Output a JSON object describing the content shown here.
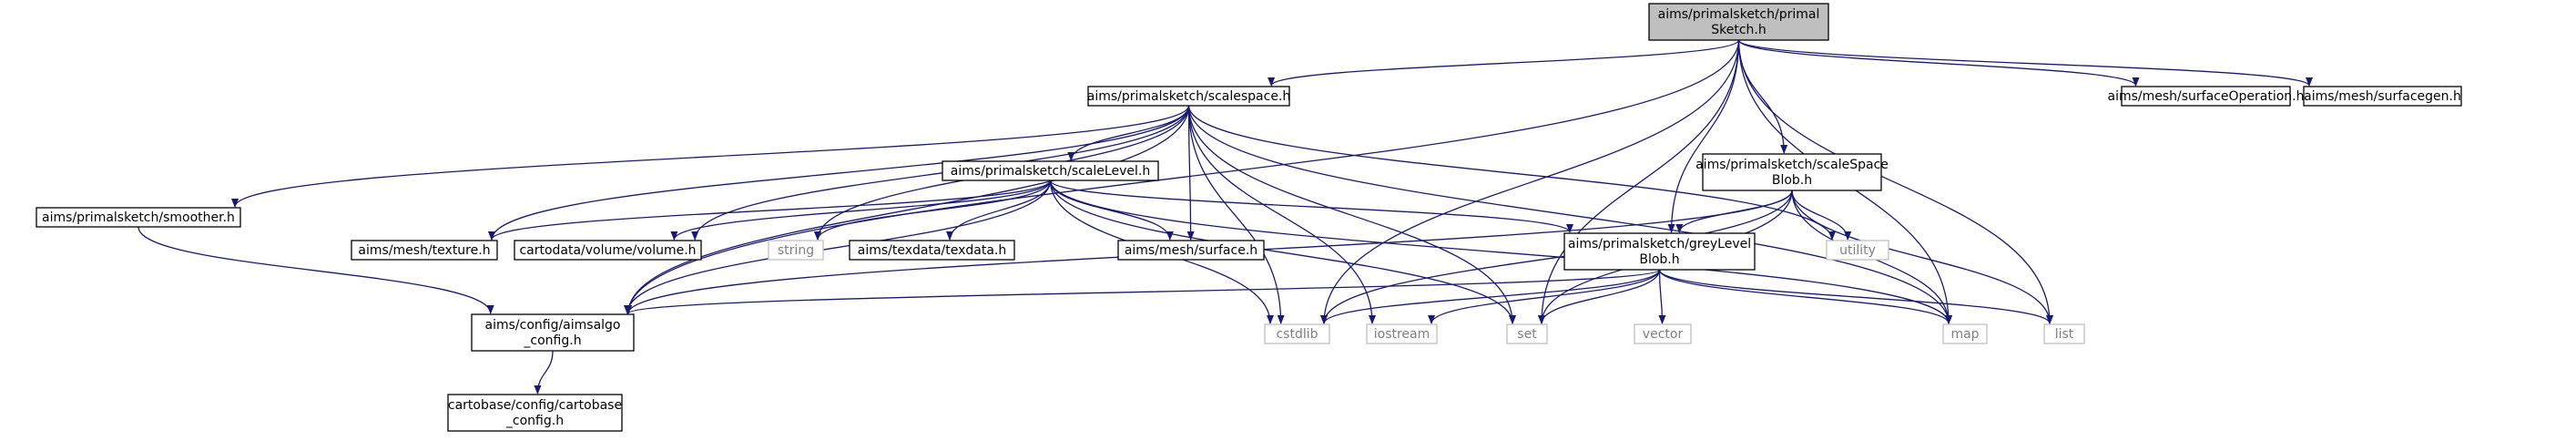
{
  "colors": {
    "edge": "#191970",
    "node_border": "#000000",
    "node_external_border": "#bfbfbf",
    "node_text": "#000000",
    "node_external_text": "#7f7f7f",
    "root_fill": "#bfbfbf"
  },
  "nodes": [
    {
      "id": "root",
      "lines": [
        "aims/primalsketch/primal",
        "Sketch.h"
      ],
      "kind": "root"
    },
    {
      "id": "scalespace",
      "lines": [
        "aims/primalsketch/scalespace.h"
      ],
      "kind": "file"
    },
    {
      "id": "surfop",
      "lines": [
        "aims/mesh/surfaceOperation.h"
      ],
      "kind": "file"
    },
    {
      "id": "surfgen",
      "lines": [
        "aims/mesh/surfacegen.h"
      ],
      "kind": "file"
    },
    {
      "id": "smoother",
      "lines": [
        "aims/primalsketch/smoother.h"
      ],
      "kind": "file"
    },
    {
      "id": "scalelevel",
      "lines": [
        "aims/primalsketch/scaleLevel.h"
      ],
      "kind": "file"
    },
    {
      "id": "ssblob",
      "lines": [
        "aims/primalsketch/scaleSpace",
        "Blob.h"
      ],
      "kind": "file"
    },
    {
      "id": "texture",
      "lines": [
        "aims/mesh/texture.h"
      ],
      "kind": "file"
    },
    {
      "id": "volume",
      "lines": [
        "cartodata/volume/volume.h"
      ],
      "kind": "file"
    },
    {
      "id": "string",
      "lines": [
        "string"
      ],
      "kind": "external"
    },
    {
      "id": "texdata",
      "lines": [
        "aims/texdata/texdata.h"
      ],
      "kind": "file"
    },
    {
      "id": "surface",
      "lines": [
        "aims/mesh/surface.h"
      ],
      "kind": "file"
    },
    {
      "id": "utility",
      "lines": [
        "utility"
      ],
      "kind": "external"
    },
    {
      "id": "glblob",
      "lines": [
        "aims/primalsketch/greyLevel",
        "Blob.h"
      ],
      "kind": "file"
    },
    {
      "id": "aimsalgo",
      "lines": [
        "aims/config/aimsalgo",
        "_config.h"
      ],
      "kind": "file"
    },
    {
      "id": "cstdlib",
      "lines": [
        "cstdlib"
      ],
      "kind": "external"
    },
    {
      "id": "iostream",
      "lines": [
        "iostream"
      ],
      "kind": "external"
    },
    {
      "id": "set",
      "lines": [
        "set"
      ],
      "kind": "external"
    },
    {
      "id": "vector",
      "lines": [
        "vector"
      ],
      "kind": "external"
    },
    {
      "id": "map",
      "lines": [
        "map"
      ],
      "kind": "external"
    },
    {
      "id": "list",
      "lines": [
        "list"
      ],
      "kind": "external"
    },
    {
      "id": "cartobase",
      "lines": [
        "cartobase/config/cartobase",
        "_config.h"
      ],
      "kind": "file"
    }
  ],
  "edges": [
    [
      "root",
      "scalespace"
    ],
    [
      "root",
      "surfop"
    ],
    [
      "root",
      "surfgen"
    ],
    [
      "root",
      "ssblob"
    ],
    [
      "root",
      "glblob"
    ],
    [
      "root",
      "aimsalgo"
    ],
    [
      "root",
      "cstdlib"
    ],
    [
      "root",
      "set"
    ],
    [
      "root",
      "map"
    ],
    [
      "root",
      "list"
    ],
    [
      "scalespace",
      "smoother"
    ],
    [
      "scalespace",
      "scalelevel"
    ],
    [
      "scalespace",
      "texture"
    ],
    [
      "scalespace",
      "volume"
    ],
    [
      "scalespace",
      "string"
    ],
    [
      "scalespace",
      "surface"
    ],
    [
      "scalespace",
      "utility"
    ],
    [
      "scalespace",
      "aimsalgo"
    ],
    [
      "scalespace",
      "cstdlib"
    ],
    [
      "scalespace",
      "iostream"
    ],
    [
      "scalespace",
      "set"
    ],
    [
      "scalespace",
      "map"
    ],
    [
      "smoother",
      "aimsalgo"
    ],
    [
      "scalelevel",
      "texture"
    ],
    [
      "scalelevel",
      "volume"
    ],
    [
      "scalelevel",
      "string"
    ],
    [
      "scalelevel",
      "texdata"
    ],
    [
      "scalelevel",
      "surface"
    ],
    [
      "scalelevel",
      "glblob"
    ],
    [
      "scalelevel",
      "aimsalgo"
    ],
    [
      "scalelevel",
      "cstdlib"
    ],
    [
      "scalelevel",
      "set"
    ],
    [
      "scalelevel",
      "map"
    ],
    [
      "ssblob",
      "glblob"
    ],
    [
      "ssblob",
      "utility"
    ],
    [
      "ssblob",
      "aimsalgo"
    ],
    [
      "ssblob",
      "cstdlib"
    ],
    [
      "ssblob",
      "set"
    ],
    [
      "ssblob",
      "map"
    ],
    [
      "ssblob",
      "list"
    ],
    [
      "glblob",
      "aimsalgo"
    ],
    [
      "glblob",
      "cstdlib"
    ],
    [
      "glblob",
      "iostream"
    ],
    [
      "glblob",
      "set"
    ],
    [
      "glblob",
      "vector"
    ],
    [
      "glblob",
      "map"
    ],
    [
      "glblob",
      "list"
    ],
    [
      "aimsalgo",
      "cartobase"
    ]
  ]
}
